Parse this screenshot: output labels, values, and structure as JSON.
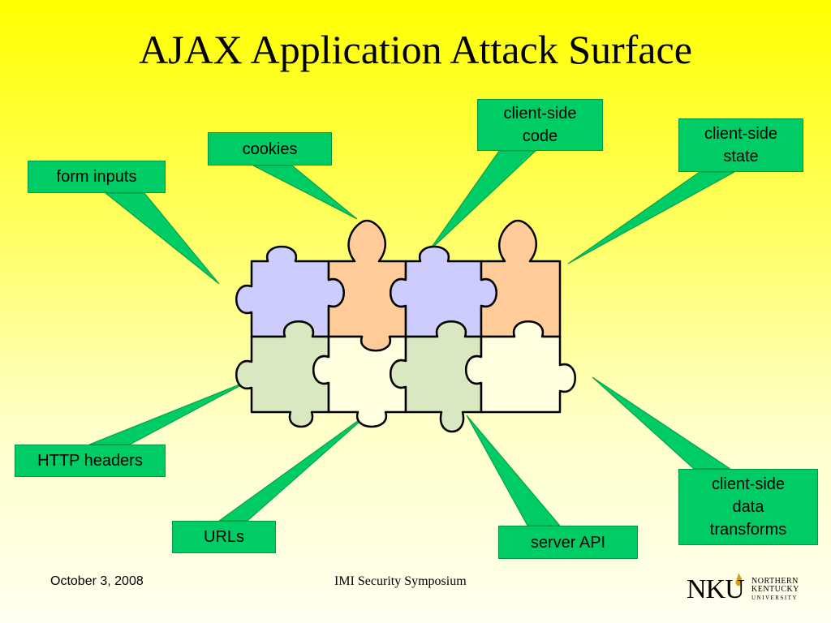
{
  "slide": {
    "title": "AJAX Application Attack Surface"
  },
  "callouts": {
    "form_inputs": "form inputs",
    "cookies": "cookies",
    "client_side_code": "client-side\ncode",
    "client_side_state": "client-side\nstate",
    "http_headers": "HTTP headers",
    "urls": "URLs",
    "server_api": "server API",
    "client_side_data_transforms": "client-side\ndata\ntransforms"
  },
  "footer": {
    "date": "October 3, 2008",
    "event": "IMI Security Symposium"
  },
  "logo": {
    "mark": "NKU",
    "line1": "NORTHERN",
    "line2": "KENTUCKY",
    "line3": "UNIVERSITY"
  },
  "colors": {
    "callout_green": "#00cc66",
    "piece_lavender": "#ccccff",
    "piece_orange": "#ffcc99",
    "piece_green": "#d9e8c0",
    "piece_cream": "#ffffe0"
  }
}
